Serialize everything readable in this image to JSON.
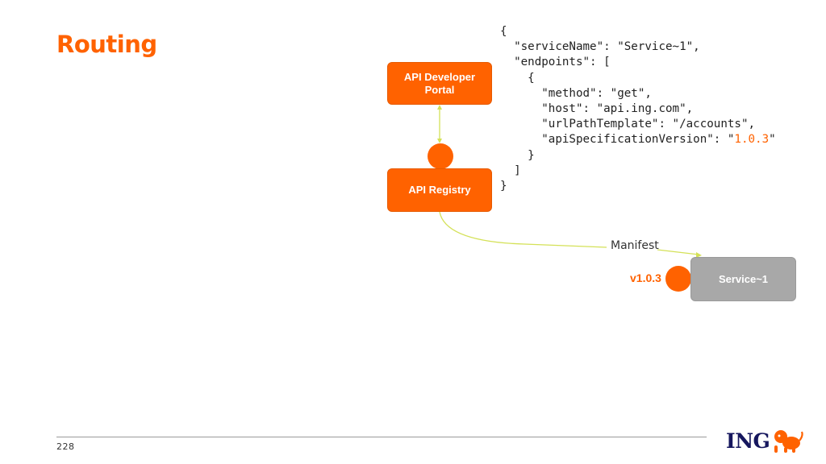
{
  "slide": {
    "title": "Routing",
    "page_number": "228"
  },
  "diagram": {
    "nodes": {
      "api_developer_portal": "API Developer Portal",
      "api_registry": "API Registry",
      "service": "Service~1"
    },
    "edge_labels": {
      "manifest": "Manifest",
      "version": "v1.0.3"
    },
    "colors": {
      "accent": "#ff6200",
      "service_box": "#a8a8a8",
      "connector": "#d4e157",
      "logo_text": "#16175e"
    }
  },
  "manifest_json": {
    "lines": [
      {
        "text": "{"
      },
      {
        "text": "  \"serviceName\": \"Service~1\","
      },
      {
        "text": "  \"endpoints\": ["
      },
      {
        "text": "    {"
      },
      {
        "text": "      \"method\": \"get\","
      },
      {
        "text": "      \"host\": \"api.ing.com\","
      },
      {
        "text": "      \"urlPathTemplate\": \"/accounts\","
      },
      {
        "text": "      \"apiSpecificationVersion\": \"",
        "highlight": "1.0.3",
        "suffix": "\""
      },
      {
        "text": "    }"
      },
      {
        "text": "  ]"
      },
      {
        "text": "}"
      }
    ]
  },
  "logo": {
    "text": "ING",
    "icon": "lion-icon"
  }
}
